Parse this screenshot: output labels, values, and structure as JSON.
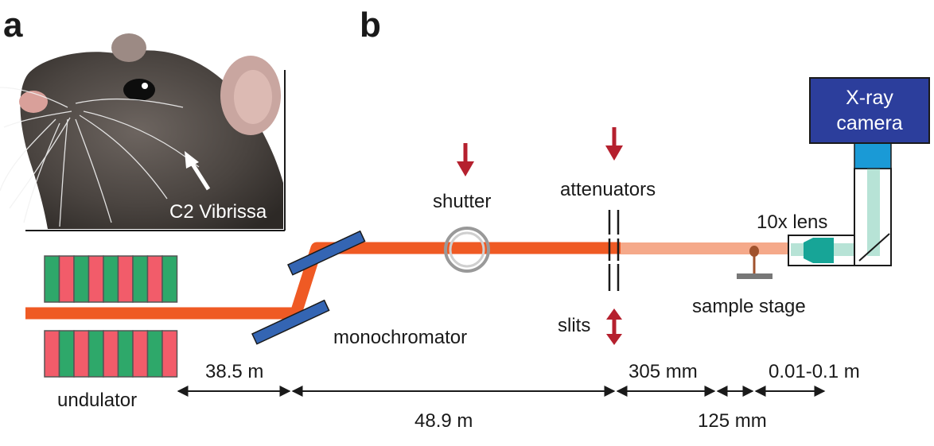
{
  "panels": {
    "a": "a",
    "b": "b"
  },
  "photo": {
    "label": "C2 Vibrissa",
    "subject": "rat-head-photo"
  },
  "components": {
    "camera": "X-ray\ncamera",
    "lens": "10x lens",
    "shutter": "shutter",
    "attenuators": "attenuators",
    "slits": "slits",
    "monochromator": "monochromator",
    "sample_stage": "sample stage",
    "undulator": "undulator"
  },
  "distances": {
    "d1": "38.5 m",
    "d2": "48.9 m",
    "d3": "305 mm",
    "d4": "125 mm",
    "d5": "0.01-0.1 m"
  },
  "colors": {
    "beam": "#ef5a24",
    "beam_attenuated": "#f5a98a",
    "beam_xray_visible": "#b7e3d6",
    "magnet_red": "#f25c6a",
    "magnet_green": "#2ea86a",
    "mirror_blue": "#3465b3",
    "camera_blue": "#2c3e9c",
    "camera_mount": "#1a9ad6",
    "lens_teal": "#17a597",
    "arrow_red": "#b5202e",
    "stage_gray": "#777777",
    "sample_brown": "#a0522d"
  }
}
